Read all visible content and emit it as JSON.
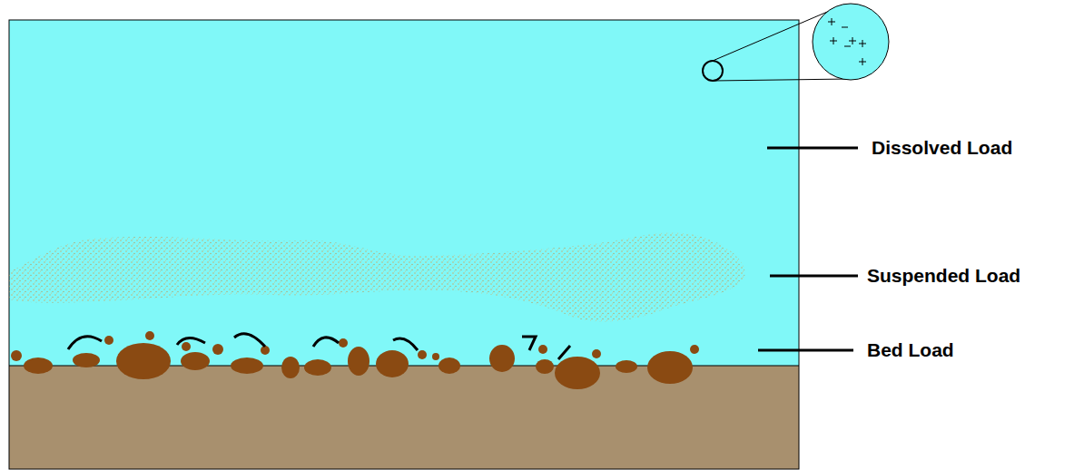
{
  "diagram": {
    "labels": [
      "Dissolved Load",
      "Suspended Load",
      "Bed Load"
    ]
  }
}
